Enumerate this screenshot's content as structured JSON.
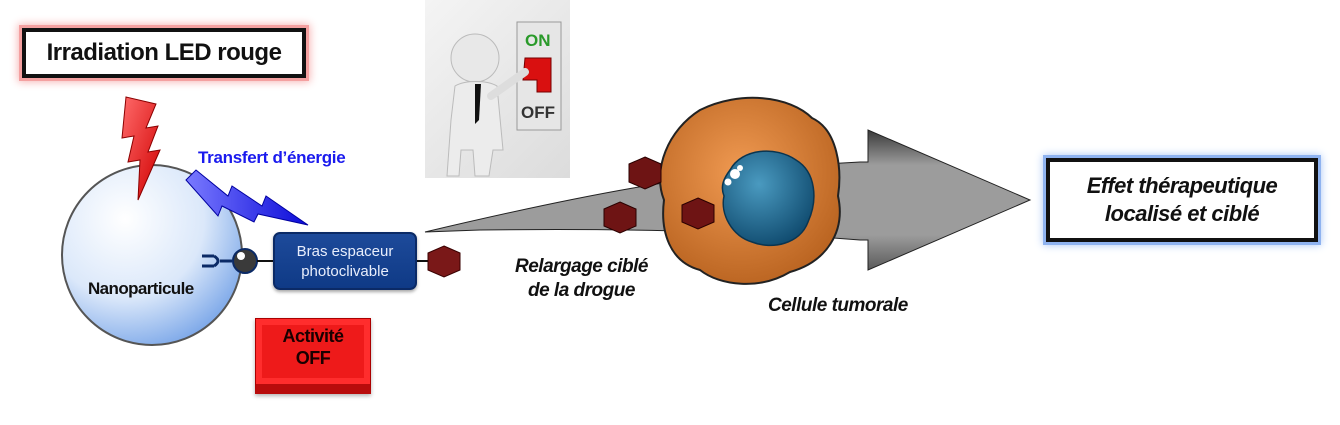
{
  "title": "Irradiation LED rouge",
  "energy_transfer_label": "Transfert d’énergie",
  "nanoparticle": {
    "label": "Nanoparticule"
  },
  "spacer": {
    "line1": "Bras espaceur",
    "line2": "photoclivable"
  },
  "activity_button": {
    "line1": "Activité",
    "line2": "OFF"
  },
  "switch": {
    "on_label": "ON",
    "off_label": "OFF"
  },
  "release": {
    "line1": "Relargage ciblé",
    "line2": "de la drogue"
  },
  "cell_label": "Cellule tumorale",
  "effect": {
    "line1": "Effet thérapeutique",
    "line2": "localisé et ciblé"
  },
  "colors": {
    "lightning_red": "#ee1111",
    "lightning_blue": "#2a2af0",
    "spacer_blue": "#133f8e",
    "drug_hex": "#6e1414",
    "cell_orange": "#d77a36",
    "nucleus_blue": "#1f6d92",
    "arrow_gray": "#9a9a9a",
    "energy_text": "#1a1aee"
  }
}
